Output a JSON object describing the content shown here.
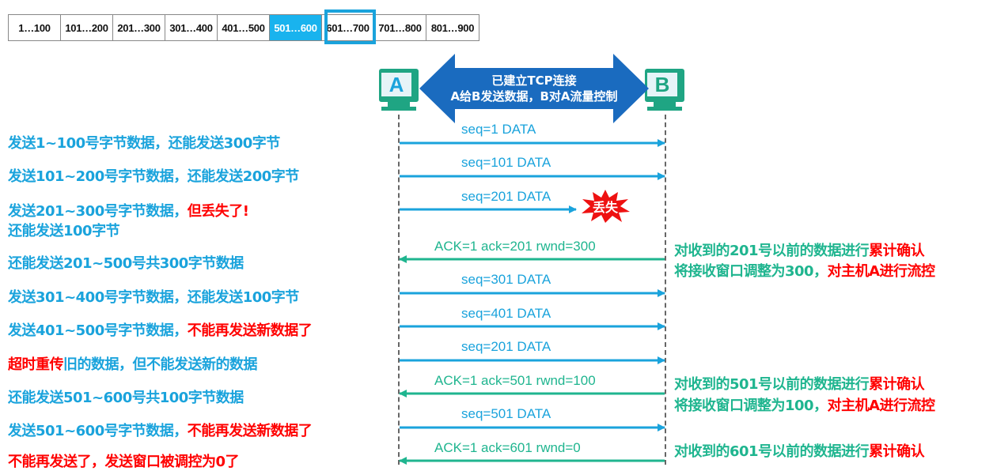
{
  "sequence_bar": {
    "cells": [
      "1…100",
      "101…200",
      "201…300",
      "301…400",
      "401…500",
      "501…600",
      "601…700",
      "701…800",
      "801…900"
    ],
    "highlighted_cell": "501…600",
    "boxed_cell": "601…700"
  },
  "hosts": {
    "a": "A",
    "b": "B"
  },
  "banner": {
    "line1": "已建立TCP连接",
    "line2": "A给B发送数据，B对A流量控制"
  },
  "lost_label": "丢失",
  "messages": [
    {
      "label": "seq=1   DATA",
      "dir": "to_b"
    },
    {
      "label": "seq=101   DATA",
      "dir": "to_b"
    },
    {
      "label": "seq=201   DATA",
      "dir": "to_b",
      "lost": true
    },
    {
      "label": "ACK=1   ack=201   rwnd=300",
      "dir": "to_a"
    },
    {
      "label": "seq=301   DATA",
      "dir": "to_b"
    },
    {
      "label": "seq=401   DATA",
      "dir": "to_b"
    },
    {
      "label": "seq=201   DATA",
      "dir": "to_b"
    },
    {
      "label": "ACK=1   ack=501   rwnd=100",
      "dir": "to_a"
    },
    {
      "label": "seq=501   DATA",
      "dir": "to_b"
    },
    {
      "label": "ACK=1   ack=601   rwnd=0",
      "dir": "to_a"
    }
  ],
  "left_notes": {
    "n1": "发送1~100号字节数据，还能发送300字节",
    "n2": "发送101~200号字节数据，还能发送200字节",
    "n3a": "发送201~300号字节数据，",
    "n3b": "但丢失了",
    "n3c": "!",
    "n3d": "还能发送100字节",
    "n4": "还能发送201~500号共300字节数据",
    "n5": "发送301~400号字节数据，还能发送100字节",
    "n6a": "发送401~500号字节数据，",
    "n6b": "不能再发送新数据了",
    "n7a": "超时重传",
    "n7b": "旧的数据，但不能发送新的数据",
    "n8": "还能发送501~600号共100字节数据",
    "n9a": "发送501~600号字节数据，",
    "n9b": "不能再发送新数据了",
    "n10": "不能再发送了，发送窗口被调控为0了"
  },
  "right_notes": {
    "r1a": "对收到的201号以前的数据进行",
    "r1b": "累计确认",
    "r2a": "将接收窗口调整为300，",
    "r2b": "对主机A进行流控",
    "r3a": "对收到的501号以前的数据进行",
    "r3b": "累计确认",
    "r4a": "将接收窗口调整为100，",
    "r4b": "对主机A进行流控",
    "r5a": "对收到的601号以前的数据进行",
    "r5b": "累计确认"
  },
  "colors": {
    "forward_arrow": "#1aa3dc",
    "ack_arrow": "#1fb58f",
    "emphasis": "#ff0000",
    "banner": "#1a6bbf"
  }
}
